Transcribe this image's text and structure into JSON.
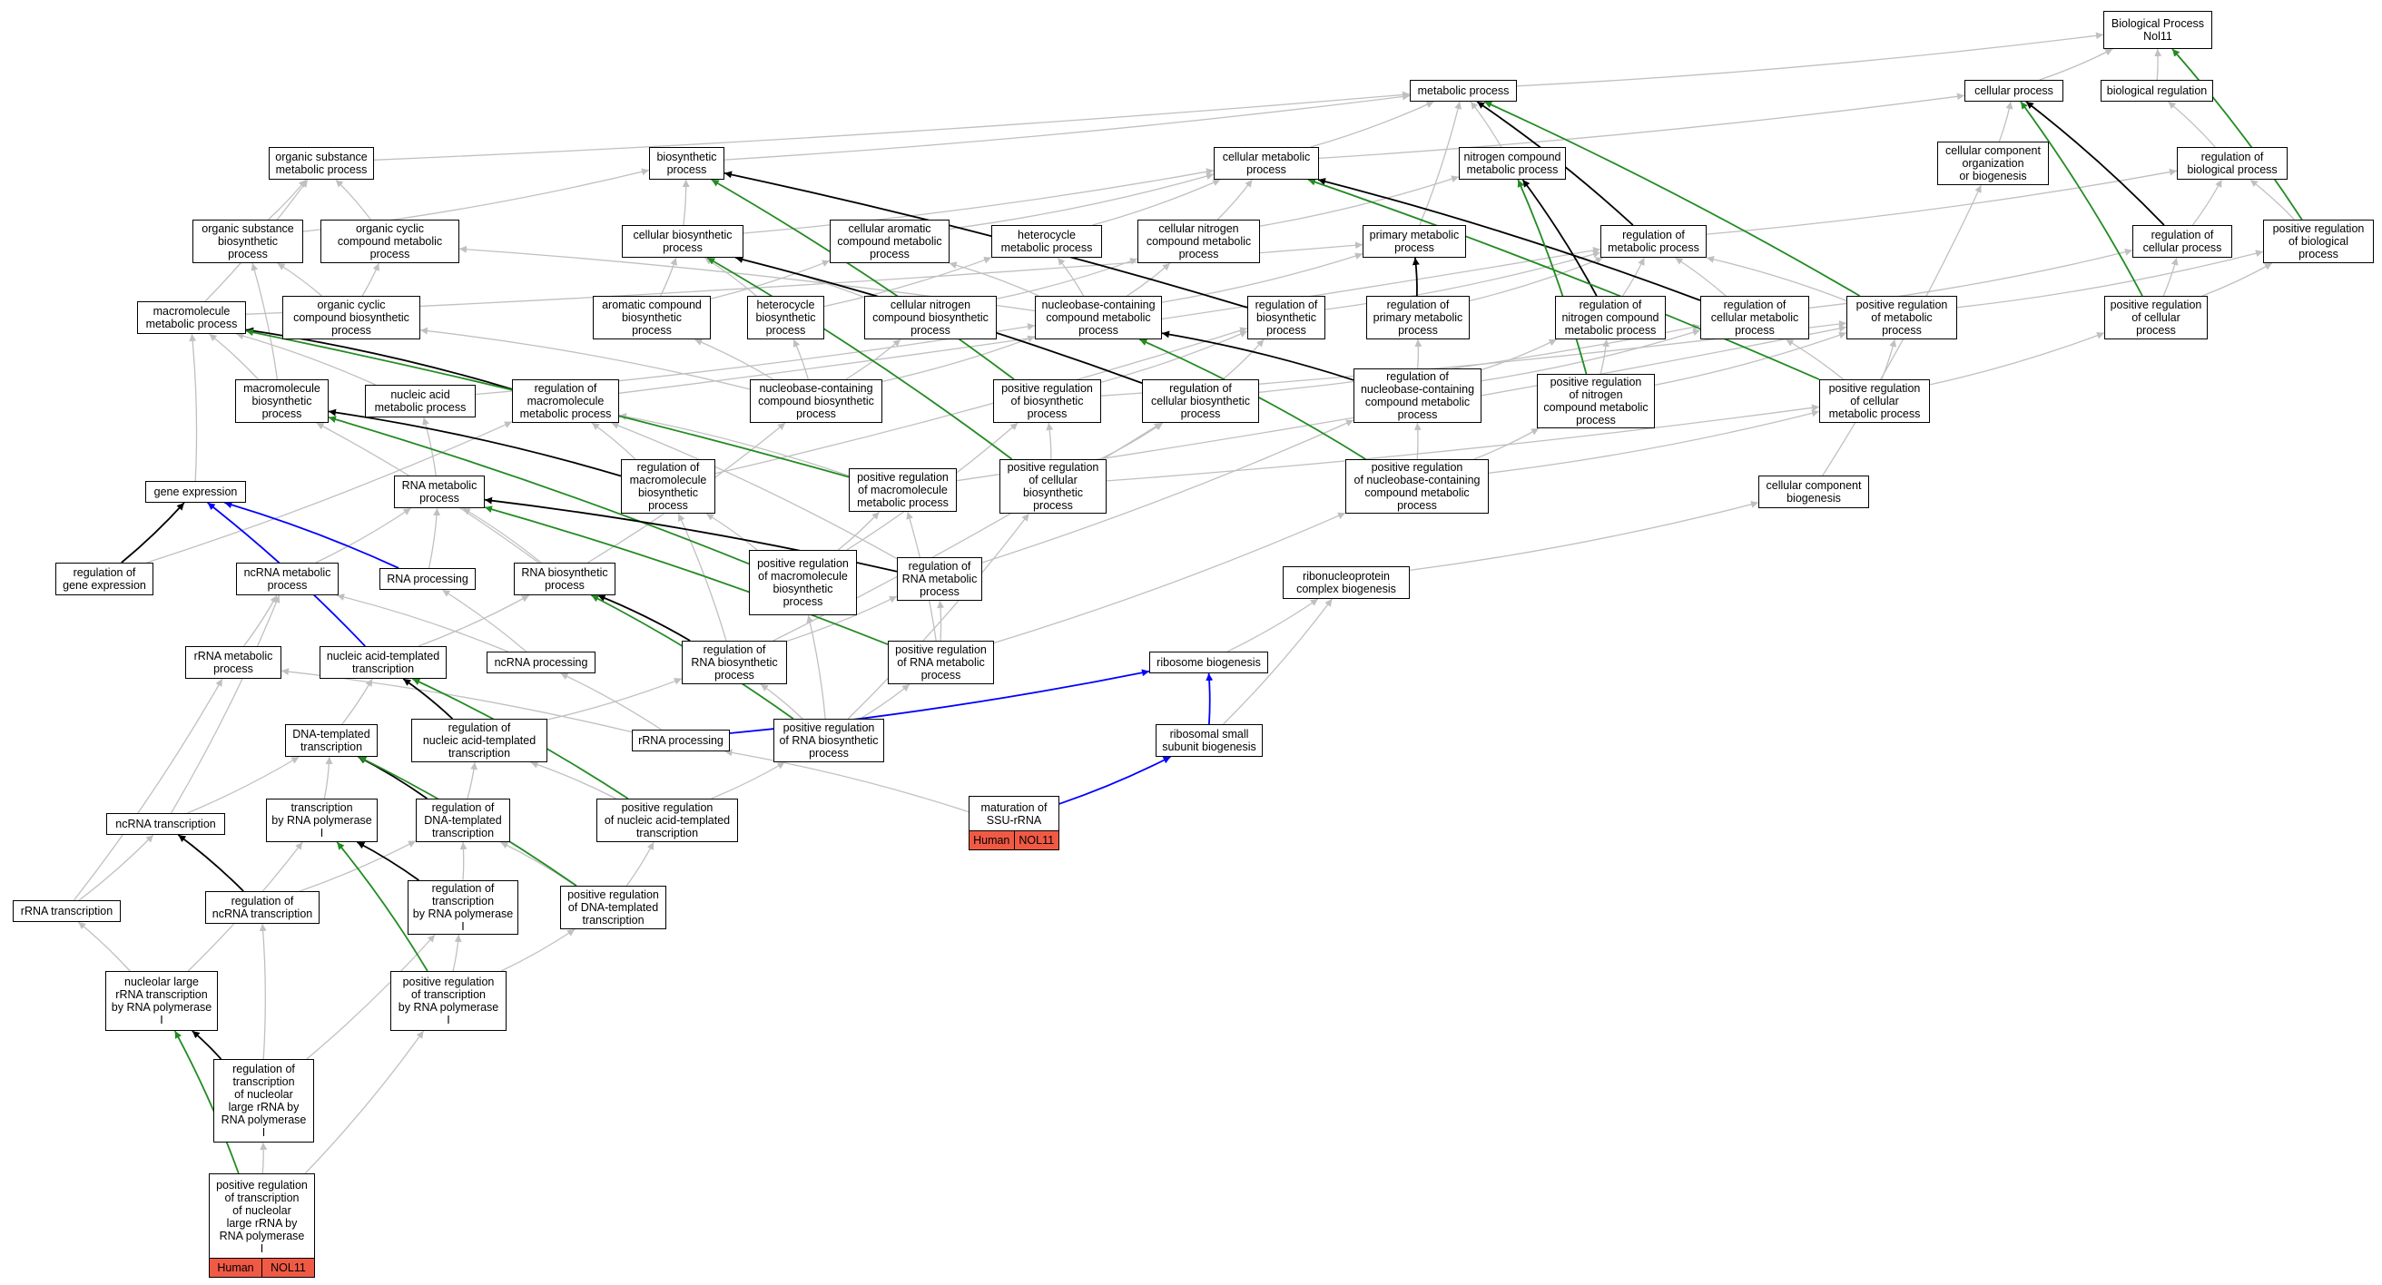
{
  "colors": {
    "gray": "#c0c0c0",
    "black": "#000000",
    "green": "#228b22",
    "blue": "#0000ff",
    "tag_fill": "#f05a45"
  },
  "nodes": [
    {
      "id": "root",
      "label": "Biological Process\nNol11"
    },
    {
      "id": "metabolic",
      "label": "metabolic process"
    },
    {
      "id": "cellular",
      "label": "cellular process"
    },
    {
      "id": "bioreg",
      "label": "biological regulation"
    },
    {
      "id": "org_met",
      "label": "organic substance\nmetabolic process"
    },
    {
      "id": "biosynthetic",
      "label": "biosynthetic\nprocess"
    },
    {
      "id": "cell_met",
      "label": "cellular metabolic\nprocess"
    },
    {
      "id": "nitrogen",
      "label": "nitrogen compound\nmetabolic process"
    },
    {
      "id": "cc_org",
      "label": "cellular component\norganization\nor biogenesis"
    },
    {
      "id": "reg_bio",
      "label": "regulation of\nbiological process"
    },
    {
      "id": "org_bios",
      "label": "organic substance\nbiosynthetic\nprocess"
    },
    {
      "id": "org_cyc",
      "label": "organic cyclic\ncompound metabolic\nprocess"
    },
    {
      "id": "cell_bios",
      "label": "cellular biosynthetic\nprocess"
    },
    {
      "id": "cell_arom",
      "label": "cellular aromatic\ncompound metabolic\nprocess"
    },
    {
      "id": "hetero_met",
      "label": "heterocycle\nmetabolic process"
    },
    {
      "id": "cell_nitro",
      "label": "cellular nitrogen\ncompound metabolic\nprocess"
    },
    {
      "id": "primary",
      "label": "primary metabolic\nprocess"
    },
    {
      "id": "reg_met",
      "label": "regulation of\nmetabolic process"
    },
    {
      "id": "reg_cell",
      "label": "regulation of\ncellular process"
    },
    {
      "id": "pos_bio",
      "label": "positive regulation\nof biological\nprocess"
    },
    {
      "id": "macro_met",
      "label": "macromolecule\nmetabolic process"
    },
    {
      "id": "org_cyc_bios",
      "label": "organic cyclic\ncompound biosynthetic\nprocess"
    },
    {
      "id": "arom_bios",
      "label": "aromatic compound\nbiosynthetic\nprocess"
    },
    {
      "id": "hetero_bios",
      "label": "heterocycle\nbiosynthetic\nprocess"
    },
    {
      "id": "cell_nitro_bios",
      "label": "cellular nitrogen\ncompound biosynthetic\nprocess"
    },
    {
      "id": "nucbase_met",
      "label": "nucleobase-containing\ncompound metabolic\nprocess"
    },
    {
      "id": "reg_bios",
      "label": "regulation of\nbiosynthetic\nprocess"
    },
    {
      "id": "reg_prim",
      "label": "regulation of\nprimary metabolic\nprocess"
    },
    {
      "id": "reg_nitro",
      "label": "regulation of\nnitrogen compound\nmetabolic process"
    },
    {
      "id": "reg_cell_met",
      "label": "regulation of\ncellular metabolic\nprocess"
    },
    {
      "id": "pos_met",
      "label": "positive regulation\nof metabolic\nprocess"
    },
    {
      "id": "pos_cell",
      "label": "positive regulation\nof cellular\nprocess"
    },
    {
      "id": "macro_bios",
      "label": "macromolecule\nbiosynthetic\nprocess"
    },
    {
      "id": "nucacid_met",
      "label": "nucleic acid\nmetabolic process"
    },
    {
      "id": "reg_macro_met",
      "label": "regulation of\nmacromolecule\nmetabolic process"
    },
    {
      "id": "nucbase_bios",
      "label": "nucleobase-containing\ncompound biosynthetic\nprocess"
    },
    {
      "id": "pos_bios",
      "label": "positive regulation\nof biosynthetic\nprocess"
    },
    {
      "id": "reg_cell_bios",
      "label": "regulation of\ncellular biosynthetic\nprocess"
    },
    {
      "id": "reg_nucbase",
      "label": "regulation of\nnucleobase-containing\ncompound metabolic\nprocess"
    },
    {
      "id": "pos_nitro",
      "label": "positive regulation\nof nitrogen\ncompound metabolic\nprocess"
    },
    {
      "id": "pos_cell_met",
      "label": "positive regulation\nof cellular\nmetabolic process"
    },
    {
      "id": "gene_expr",
      "label": "gene expression"
    },
    {
      "id": "rna_met",
      "label": "RNA metabolic\nprocess"
    },
    {
      "id": "reg_macro_bios",
      "label": "regulation of\nmacromolecule\nbiosynthetic\nprocess"
    },
    {
      "id": "pos_macro_met",
      "label": "positive regulation\nof macromolecule\nmetabolic process"
    },
    {
      "id": "pos_cell_bios",
      "label": "positive regulation\nof cellular\nbiosynthetic\nprocess"
    },
    {
      "id": "pos_nucbase",
      "label": "positive regulation\nof nucleobase-containing\ncompound metabolic\nprocess"
    },
    {
      "id": "cc_bio",
      "label": "cellular component\nbiogenesis"
    },
    {
      "id": "reg_gene",
      "label": "regulation of\ngene expression"
    },
    {
      "id": "ncrna_met",
      "label": "ncRNA metabolic\nprocess"
    },
    {
      "id": "rna_proc",
      "label": "RNA processing"
    },
    {
      "id": "rna_bios",
      "label": "RNA biosynthetic\nprocess"
    },
    {
      "id": "pos_macro_bios",
      "label": "positive regulation\nof macromolecule\nbiosynthetic\nprocess"
    },
    {
      "id": "reg_rna_met",
      "label": "regulation of\nRNA metabolic\nprocess"
    },
    {
      "id": "rnp",
      "label": "ribonucleoprotein\ncomplex biogenesis"
    },
    {
      "id": "rrna_met",
      "label": "rRNA metabolic\nprocess"
    },
    {
      "id": "nat",
      "label": "nucleic acid-templated\ntranscription"
    },
    {
      "id": "ncrna_proc",
      "label": "ncRNA processing"
    },
    {
      "id": "reg_rna_bios",
      "label": "regulation of\nRNA biosynthetic\nprocess"
    },
    {
      "id": "pos_rna_met",
      "label": "positive regulation\nof RNA metabolic\nprocess"
    },
    {
      "id": "ribo_bio",
      "label": "ribosome biogenesis"
    },
    {
      "id": "dna_t",
      "label": "DNA-templated\ntranscription"
    },
    {
      "id": "reg_nat",
      "label": "regulation of\nnucleic acid-templated\ntranscription"
    },
    {
      "id": "rrna_proc",
      "label": "rRNA processing"
    },
    {
      "id": "pos_rna_bios",
      "label": "positive regulation\nof RNA biosynthetic\nprocess"
    },
    {
      "id": "ribo_small",
      "label": "ribosomal small\nsubunit biogenesis"
    },
    {
      "id": "maturation",
      "label": "maturation of\nSSU-rRNA",
      "tags": [
        "Human",
        "NOL11"
      ]
    },
    {
      "id": "ncrna_tx",
      "label": "ncRNA transcription"
    },
    {
      "id": "tx_pol1",
      "label": "transcription\nby RNA polymerase\nI"
    },
    {
      "id": "reg_dna_t",
      "label": "regulation of\nDNA-templated\ntranscription"
    },
    {
      "id": "pos_nat",
      "label": "positive regulation\nof nucleic acid-templated\ntranscription"
    },
    {
      "id": "rrna_tx",
      "label": "rRNA transcription"
    },
    {
      "id": "reg_ncrna_tx",
      "label": "regulation of\nncRNA transcription"
    },
    {
      "id": "reg_tx_pol1",
      "label": "regulation of\ntranscription\nby RNA polymerase\nI"
    },
    {
      "id": "pos_dna_t",
      "label": "positive regulation\nof DNA-templated\ntranscription"
    },
    {
      "id": "nuc_large",
      "label": "nucleolar large\nrRNA transcription\nby RNA polymerase\nI"
    },
    {
      "id": "pos_tx_pol1",
      "label": "positive regulation\nof transcription\nby RNA polymerase\nI"
    },
    {
      "id": "reg_nuc_large",
      "label": "regulation of\ntranscription\nof nucleolar\nlarge rRNA by\nRNA polymerase\nI"
    },
    {
      "id": "pos_nuc_large",
      "label": "positive regulation\nof transcription\nof nucleolar\nlarge rRNA by\nRNA polymerase\nI",
      "tags": [
        "Human",
        "NOL11"
      ]
    }
  ],
  "edges": [
    [
      "metabolic",
      "root",
      "gray"
    ],
    [
      "cellular",
      "root",
      "gray"
    ],
    [
      "bioreg",
      "root",
      "gray"
    ],
    [
      "org_met",
      "metabolic",
      "gray"
    ],
    [
      "biosynthetic",
      "metabolic",
      "gray"
    ],
    [
      "cell_met",
      "metabolic",
      "gray"
    ],
    [
      "nitrogen",
      "metabolic",
      "gray"
    ],
    [
      "primary",
      "metabolic",
      "gray"
    ],
    [
      "cell_met",
      "cellular",
      "gray"
    ],
    [
      "cc_org",
      "cellular",
      "gray"
    ],
    [
      "reg_bio",
      "bioreg",
      "gray"
    ],
    [
      "org_bios",
      "org_met",
      "gray"
    ],
    [
      "org_bios",
      "biosynthetic",
      "gray"
    ],
    [
      "org_cyc",
      "org_met",
      "gray"
    ],
    [
      "cell_bios",
      "biosynthetic",
      "gray"
    ],
    [
      "cell_bios",
      "cell_met",
      "gray"
    ],
    [
      "cell_arom",
      "cell_met",
      "gray"
    ],
    [
      "hetero_met",
      "cell_met",
      "gray"
    ],
    [
      "cell_nitro",
      "cell_met",
      "gray"
    ],
    [
      "cell_nitro",
      "nitrogen",
      "gray"
    ],
    [
      "reg_met",
      "metabolic",
      "black"
    ],
    [
      "reg_met",
      "reg_bio",
      "gray"
    ],
    [
      "reg_cell",
      "cellular",
      "black"
    ],
    [
      "reg_cell",
      "reg_bio",
      "gray"
    ],
    [
      "pos_bio",
      "reg_bio",
      "gray"
    ],
    [
      "pos_bio",
      "root",
      "green"
    ],
    [
      "macro_met",
      "org_met",
      "gray"
    ],
    [
      "macro_met",
      "primary",
      "gray"
    ],
    [
      "org_cyc_bios",
      "org_cyc",
      "gray"
    ],
    [
      "org_cyc_bios",
      "org_bios",
      "gray"
    ],
    [
      "arom_bios",
      "cell_arom",
      "gray"
    ],
    [
      "arom_bios",
      "cell_bios",
      "gray"
    ],
    [
      "hetero_bios",
      "hetero_met",
      "gray"
    ],
    [
      "hetero_bios",
      "cell_bios",
      "gray"
    ],
    [
      "cell_nitro_bios",
      "cell_nitro",
      "gray"
    ],
    [
      "cell_nitro_bios",
      "cell_bios",
      "gray"
    ],
    [
      "nucbase_met",
      "cell_arom",
      "gray"
    ],
    [
      "nucbase_met",
      "hetero_met",
      "gray"
    ],
    [
      "nucbase_met",
      "cell_nitro",
      "gray"
    ],
    [
      "nucbase_met",
      "org_cyc",
      "gray"
    ],
    [
      "nucbase_met",
      "primary",
      "gray"
    ],
    [
      "reg_bios",
      "biosynthetic",
      "black"
    ],
    [
      "reg_bios",
      "reg_met",
      "gray"
    ],
    [
      "reg_prim",
      "primary",
      "black"
    ],
    [
      "reg_prim",
      "reg_met",
      "gray"
    ],
    [
      "reg_nitro",
      "nitrogen",
      "black"
    ],
    [
      "reg_nitro",
      "reg_met",
      "gray"
    ],
    [
      "reg_cell_met",
      "cell_met",
      "black"
    ],
    [
      "reg_cell_met",
      "reg_met",
      "gray"
    ],
    [
      "reg_cell_met",
      "reg_cell",
      "gray"
    ],
    [
      "pos_met",
      "metabolic",
      "green"
    ],
    [
      "pos_met",
      "reg_met",
      "gray"
    ],
    [
      "pos_met",
      "pos_bio",
      "gray"
    ],
    [
      "pos_cell",
      "cellular",
      "green"
    ],
    [
      "pos_cell",
      "reg_cell",
      "gray"
    ],
    [
      "pos_cell",
      "pos_bio",
      "gray"
    ],
    [
      "macro_bios",
      "macro_met",
      "gray"
    ],
    [
      "macro_bios",
      "org_bios",
      "gray"
    ],
    [
      "nucacid_met",
      "macro_met",
      "gray"
    ],
    [
      "nucacid_met",
      "nucbase_met",
      "gray"
    ],
    [
      "reg_macro_met",
      "macro_met",
      "black"
    ],
    [
      "reg_macro_met",
      "reg_met",
      "gray"
    ],
    [
      "nucbase_bios",
      "nucbase_met",
      "gray"
    ],
    [
      "nucbase_bios",
      "arom_bios",
      "gray"
    ],
    [
      "nucbase_bios",
      "hetero_bios",
      "gray"
    ],
    [
      "nucbase_bios",
      "cell_nitro_bios",
      "gray"
    ],
    [
      "nucbase_bios",
      "org_cyc_bios",
      "gray"
    ],
    [
      "pos_bios",
      "biosynthetic",
      "green"
    ],
    [
      "pos_bios",
      "reg_bios",
      "gray"
    ],
    [
      "pos_bios",
      "pos_met",
      "gray"
    ],
    [
      "reg_cell_bios",
      "cell_bios",
      "black"
    ],
    [
      "reg_cell_bios",
      "reg_bios",
      "gray"
    ],
    [
      "reg_cell_bios",
      "reg_cell_met",
      "gray"
    ],
    [
      "reg_nucbase",
      "nucbase_met",
      "black"
    ],
    [
      "reg_nucbase",
      "reg_prim",
      "gray"
    ],
    [
      "reg_nucbase",
      "reg_nitro",
      "gray"
    ],
    [
      "reg_nucbase",
      "reg_cell_met",
      "gray"
    ],
    [
      "pos_nitro",
      "nitrogen",
      "green"
    ],
    [
      "pos_nitro",
      "reg_nitro",
      "gray"
    ],
    [
      "pos_nitro",
      "pos_met",
      "gray"
    ],
    [
      "pos_cell_met",
      "cell_met",
      "green"
    ],
    [
      "pos_cell_met",
      "reg_cell_met",
      "gray"
    ],
    [
      "pos_cell_met",
      "pos_met",
      "gray"
    ],
    [
      "pos_cell_met",
      "pos_cell",
      "gray"
    ],
    [
      "gene_expr",
      "macro_met",
      "gray"
    ],
    [
      "rna_met",
      "nucacid_met",
      "gray"
    ],
    [
      "reg_macro_bios",
      "macro_bios",
      "black"
    ],
    [
      "reg_macro_bios",
      "reg_macro_met",
      "gray"
    ],
    [
      "reg_macro_bios",
      "reg_bios",
      "gray"
    ],
    [
      "pos_macro_met",
      "macro_met",
      "green"
    ],
    [
      "pos_macro_met",
      "reg_macro_met",
      "gray"
    ],
    [
      "pos_macro_met",
      "pos_met",
      "gray"
    ],
    [
      "pos_cell_bios",
      "cell_bios",
      "green"
    ],
    [
      "pos_cell_bios",
      "reg_cell_bios",
      "gray"
    ],
    [
      "pos_cell_bios",
      "pos_bios",
      "gray"
    ],
    [
      "pos_cell_bios",
      "pos_cell_met",
      "gray"
    ],
    [
      "pos_nucbase",
      "nucbase_met",
      "green"
    ],
    [
      "pos_nucbase",
      "reg_nucbase",
      "gray"
    ],
    [
      "pos_nucbase",
      "pos_nitro",
      "gray"
    ],
    [
      "pos_nucbase",
      "pos_cell_met",
      "gray"
    ],
    [
      "cc_bio",
      "cc_org",
      "gray"
    ],
    [
      "reg_gene",
      "gene_expr",
      "black"
    ],
    [
      "reg_gene",
      "reg_macro_met",
      "gray"
    ],
    [
      "ncrna_met",
      "rna_met",
      "gray"
    ],
    [
      "rna_proc",
      "gene_expr",
      "blue"
    ],
    [
      "rna_proc",
      "rna_met",
      "gray"
    ],
    [
      "rna_bios",
      "rna_met",
      "gray"
    ],
    [
      "rna_bios",
      "nucbase_bios",
      "gray"
    ],
    [
      "rna_bios",
      "macro_bios",
      "gray"
    ],
    [
      "pos_macro_bios",
      "macro_bios",
      "green"
    ],
    [
      "pos_macro_bios",
      "reg_macro_bios",
      "gray"
    ],
    [
      "pos_macro_bios",
      "pos_macro_met",
      "gray"
    ],
    [
      "pos_macro_bios",
      "pos_bios",
      "gray"
    ],
    [
      "reg_rna_met",
      "rna_met",
      "black"
    ],
    [
      "reg_rna_met",
      "reg_macro_met",
      "gray"
    ],
    [
      "reg_rna_met",
      "reg_nucbase",
      "gray"
    ],
    [
      "rnp",
      "cc_bio",
      "gray"
    ],
    [
      "rrna_met",
      "ncrna_met",
      "gray"
    ],
    [
      "nat",
      "gene_expr",
      "blue"
    ],
    [
      "nat",
      "rna_bios",
      "gray"
    ],
    [
      "ncrna_proc",
      "rna_proc",
      "gray"
    ],
    [
      "ncrna_proc",
      "ncrna_met",
      "gray"
    ],
    [
      "reg_rna_bios",
      "rna_bios",
      "black"
    ],
    [
      "reg_rna_bios",
      "reg_rna_met",
      "gray"
    ],
    [
      "reg_rna_bios",
      "reg_macro_bios",
      "gray"
    ],
    [
      "reg_rna_bios",
      "reg_cell_bios",
      "gray"
    ],
    [
      "pos_rna_met",
      "rna_met",
      "green"
    ],
    [
      "pos_rna_met",
      "reg_rna_met",
      "gray"
    ],
    [
      "pos_rna_met",
      "pos_macro_met",
      "gray"
    ],
    [
      "pos_rna_met",
      "pos_nucbase",
      "gray"
    ],
    [
      "ribo_bio",
      "rnp",
      "gray"
    ],
    [
      "dna_t",
      "nat",
      "gray"
    ],
    [
      "reg_nat",
      "nat",
      "black"
    ],
    [
      "reg_nat",
      "reg_rna_bios",
      "gray"
    ],
    [
      "rrna_proc",
      "ncrna_proc",
      "gray"
    ],
    [
      "rrna_proc",
      "rrna_met",
      "gray"
    ],
    [
      "rrna_proc",
      "ribo_bio",
      "blue"
    ],
    [
      "pos_rna_bios",
      "rna_bios",
      "green"
    ],
    [
      "pos_rna_bios",
      "reg_rna_bios",
      "gray"
    ],
    [
      "pos_rna_bios",
      "pos_rna_met",
      "gray"
    ],
    [
      "pos_rna_bios",
      "pos_macro_bios",
      "gray"
    ],
    [
      "pos_rna_bios",
      "pos_cell_bios",
      "gray"
    ],
    [
      "ribo_small",
      "ribo_bio",
      "blue"
    ],
    [
      "ribo_small",
      "rnp",
      "gray"
    ],
    [
      "maturation",
      "ribo_small",
      "blue"
    ],
    [
      "maturation",
      "rrna_proc",
      "gray"
    ],
    [
      "ncrna_tx",
      "dna_t",
      "gray"
    ],
    [
      "ncrna_tx",
      "ncrna_met",
      "gray"
    ],
    [
      "tx_pol1",
      "dna_t",
      "gray"
    ],
    [
      "reg_dna_t",
      "dna_t",
      "black"
    ],
    [
      "reg_dna_t",
      "reg_nat",
      "gray"
    ],
    [
      "pos_nat",
      "nat",
      "green"
    ],
    [
      "pos_nat",
      "reg_nat",
      "gray"
    ],
    [
      "pos_nat",
      "pos_rna_bios",
      "gray"
    ],
    [
      "rrna_tx",
      "ncrna_tx",
      "gray"
    ],
    [
      "rrna_tx",
      "rrna_met",
      "gray"
    ],
    [
      "reg_ncrna_tx",
      "ncrna_tx",
      "black"
    ],
    [
      "reg_ncrna_tx",
      "reg_dna_t",
      "gray"
    ],
    [
      "reg_tx_pol1",
      "tx_pol1",
      "black"
    ],
    [
      "reg_tx_pol1",
      "reg_dna_t",
      "gray"
    ],
    [
      "pos_dna_t",
      "dna_t",
      "green"
    ],
    [
      "pos_dna_t",
      "reg_dna_t",
      "gray"
    ],
    [
      "pos_dna_t",
      "pos_nat",
      "gray"
    ],
    [
      "nuc_large",
      "rrna_tx",
      "gray"
    ],
    [
      "nuc_large",
      "tx_pol1",
      "gray"
    ],
    [
      "pos_tx_pol1",
      "tx_pol1",
      "green"
    ],
    [
      "pos_tx_pol1",
      "reg_tx_pol1",
      "gray"
    ],
    [
      "pos_tx_pol1",
      "pos_dna_t",
      "gray"
    ],
    [
      "reg_nuc_large",
      "nuc_large",
      "black"
    ],
    [
      "reg_nuc_large",
      "reg_ncrna_tx",
      "gray"
    ],
    [
      "reg_nuc_large",
      "reg_tx_pol1",
      "gray"
    ],
    [
      "pos_nuc_large",
      "nuc_large",
      "green"
    ],
    [
      "pos_nuc_large",
      "reg_nuc_large",
      "gray"
    ],
    [
      "pos_nuc_large",
      "pos_tx_pol1",
      "gray"
    ]
  ]
}
